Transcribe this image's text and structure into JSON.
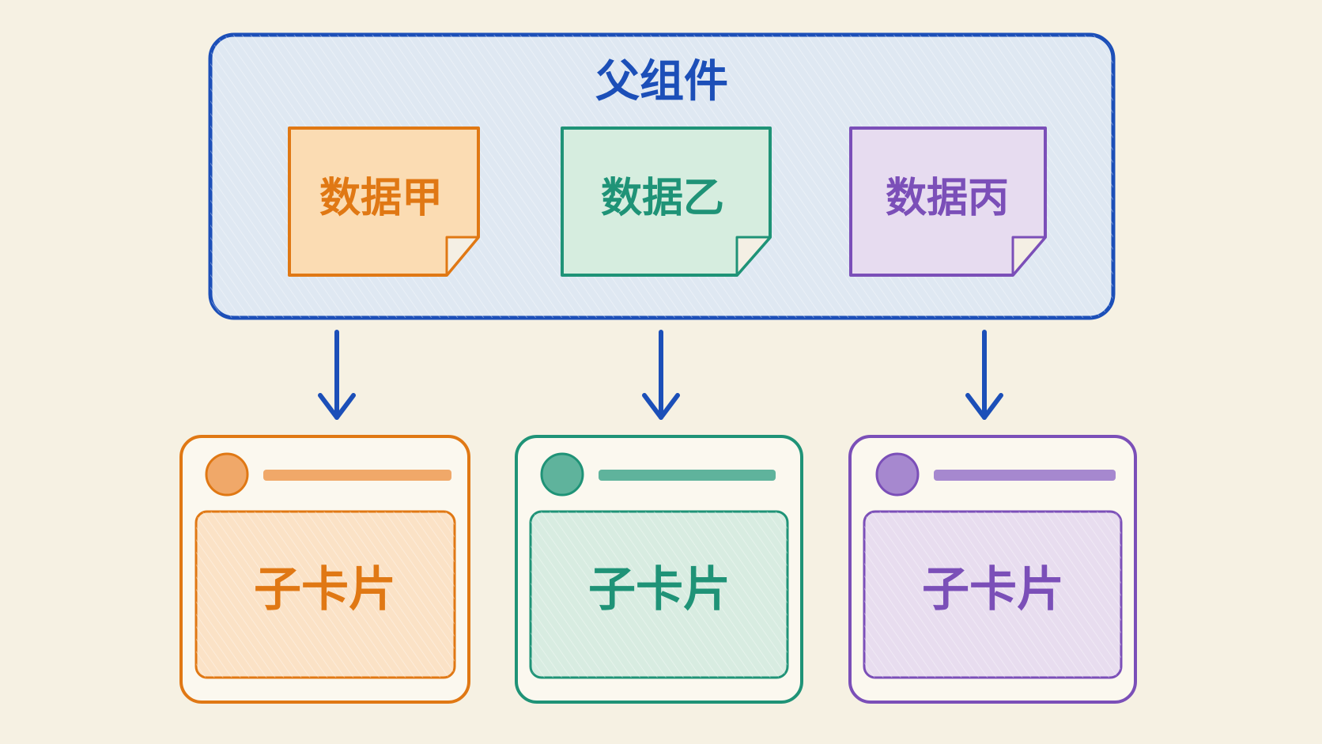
{
  "parent": {
    "title": "父组件",
    "color": "#1c4fb8",
    "fill": "#dfe8f2"
  },
  "data_notes": [
    {
      "label": "数据甲",
      "color": "#e07814",
      "fill": "#fbdcb3"
    },
    {
      "label": "数据乙",
      "color": "#1f9377",
      "fill": "#d6eddf"
    },
    {
      "label": "数据丙",
      "color": "#7b4fb8",
      "fill": "#e7dcf0"
    }
  ],
  "arrow_color": "#1c4fb8",
  "child_cards": [
    {
      "label": "子卡片",
      "color": "#e07814",
      "fill": "#fbe2c6",
      "accent": "#f0a869"
    },
    {
      "label": "子卡片",
      "color": "#1f9377",
      "fill": "#d8ece1",
      "accent": "#5fb39c"
    },
    {
      "label": "子卡片",
      "color": "#7b4fb8",
      "fill": "#e8ddef",
      "accent": "#a688cf"
    }
  ]
}
